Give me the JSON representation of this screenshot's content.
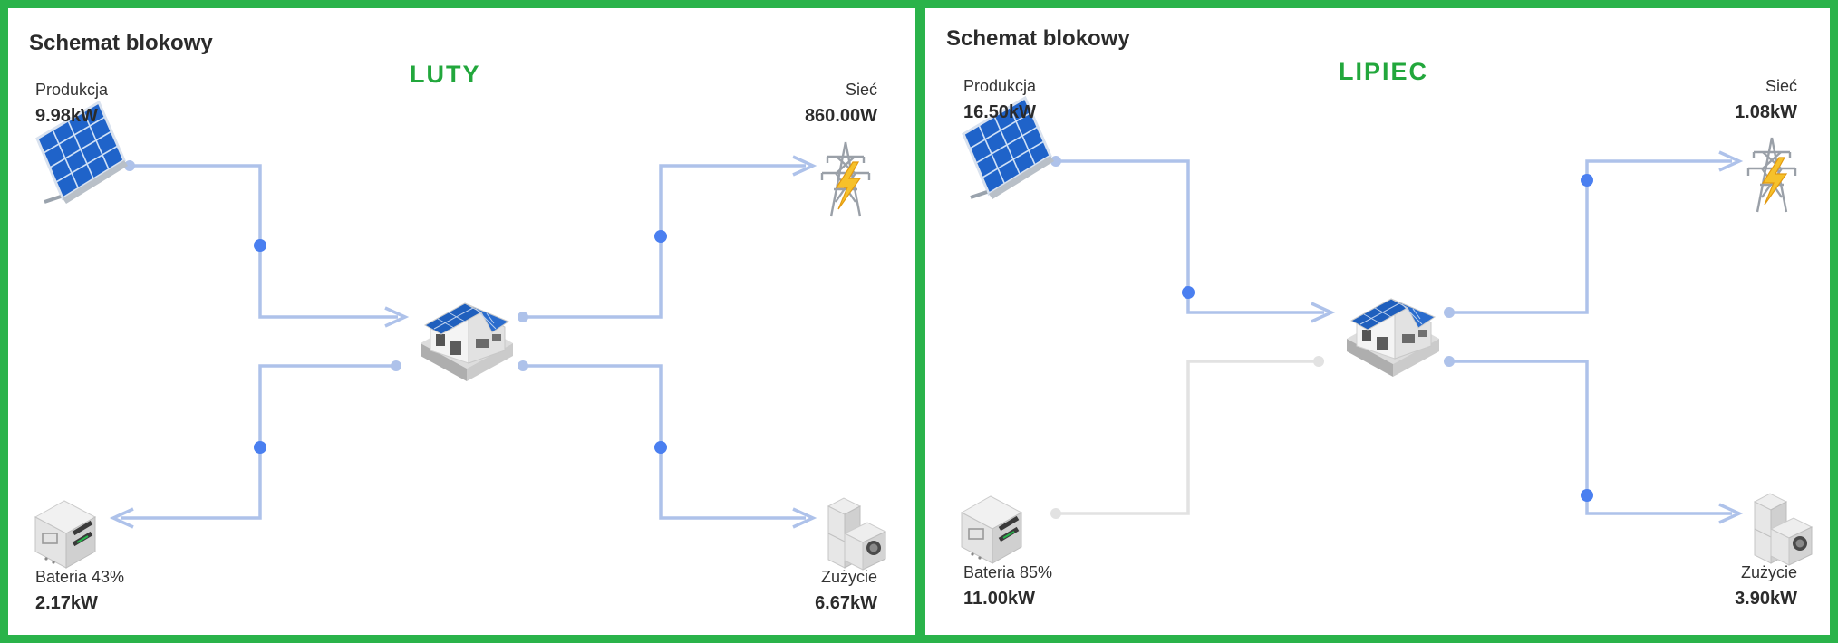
{
  "colors": {
    "frame": "#2ab34a",
    "month_label": "#22a73c",
    "flow_line": "#aec2ea",
    "flow_dot": "#4a7ff0",
    "inactive_line": "#e2e2e2"
  },
  "panels": [
    {
      "title": "Schemat blokowy",
      "month": "LUTY",
      "production": {
        "label": "Produkcja",
        "value": "9.98kW",
        "icon": "solar-panel-icon"
      },
      "grid": {
        "label": "Sieć",
        "value": "860.00W",
        "icon": "power-pylon-icon"
      },
      "battery": {
        "label": "Bateria 43%",
        "value": "2.17kW",
        "icon": "battery-storage-icon",
        "state": "discharging"
      },
      "consumption": {
        "label": "Zużycie",
        "value": "6.67kW",
        "icon": "home-appliances-icon"
      },
      "house_icon": "house-icon"
    },
    {
      "title": "Schemat blokowy",
      "month": "LIPIEC",
      "production": {
        "label": "Produkcja",
        "value": "16.50kW",
        "icon": "solar-panel-icon"
      },
      "grid": {
        "label": "Sieć",
        "value": "1.08kW",
        "icon": "power-pylon-icon"
      },
      "battery": {
        "label": "Bateria 85%",
        "value": "11.00kW",
        "icon": "battery-storage-icon",
        "state": "inactive"
      },
      "consumption": {
        "label": "Zużycie",
        "value": "3.90kW",
        "icon": "home-appliances-icon"
      },
      "house_icon": "house-icon"
    }
  ]
}
